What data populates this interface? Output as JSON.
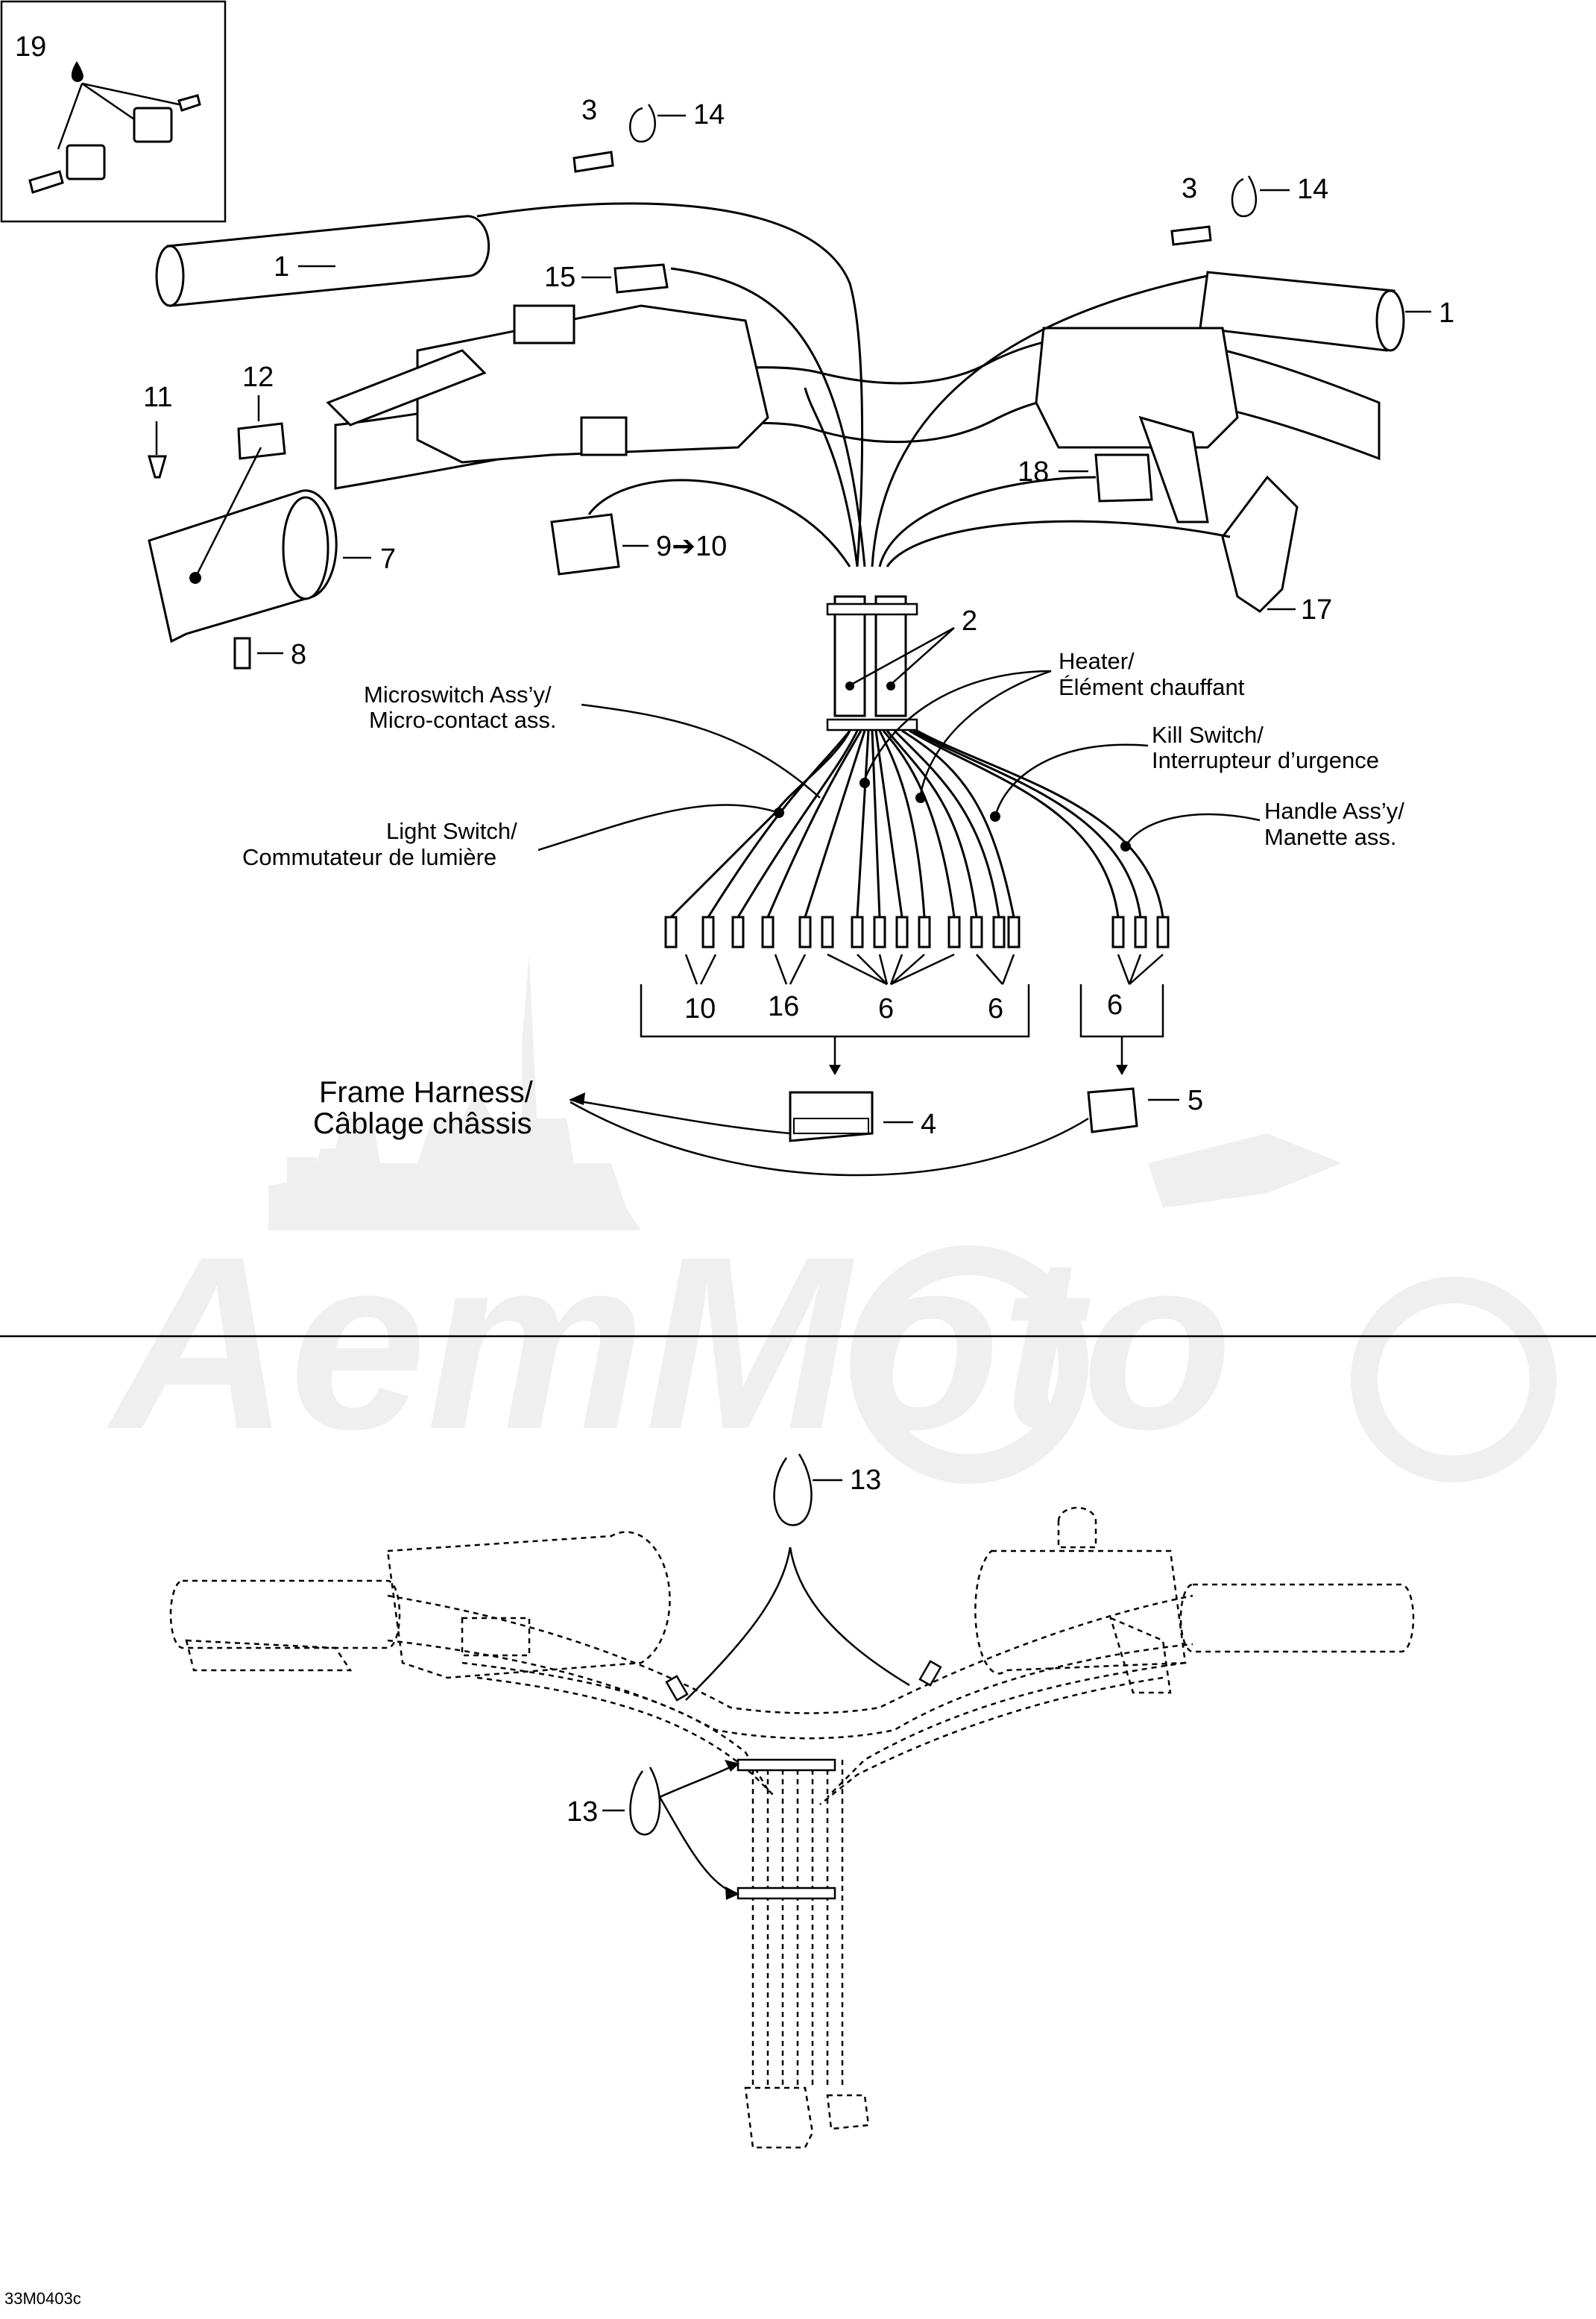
{
  "callouts": {
    "c1_left": "1",
    "c1_right": "1",
    "c2": "2",
    "c3_left": "3",
    "c3_right": "3",
    "c4": "4",
    "c5": "5",
    "c6_a": "6",
    "c6_b": "6",
    "c6_c": "6",
    "c7": "7",
    "c8": "8",
    "c9_10": "9➔10",
    "c10": "10",
    "c11": "11",
    "c12": "12",
    "c13_top": "13",
    "c13_left": "13",
    "c14_left": "14",
    "c14_right": "14",
    "c15": "15",
    "c16": "16",
    "c17": "17",
    "c18": "18",
    "c19": "19"
  },
  "labels": {
    "heater_en": "Heater/",
    "heater_fr": "Élément chauffant",
    "micro_en": "Microswitch Ass’y/",
    "micro_fr": "Micro-contact ass.",
    "kill_en": "Kill Switch/",
    "kill_fr": "Interrupteur d’urgence",
    "light_en": "Light Switch/",
    "light_fr": "Commutateur de lumière",
    "handle_en": "Handle Ass’y/",
    "handle_fr": "Manette ass.",
    "frame_en": "Frame Harness/",
    "frame_fr": "Câblage châssis"
  },
  "figure_code": "33M0403c",
  "watermark": "AemMoto",
  "colors": {
    "line": "#000000",
    "watermark": "#efefef"
  }
}
